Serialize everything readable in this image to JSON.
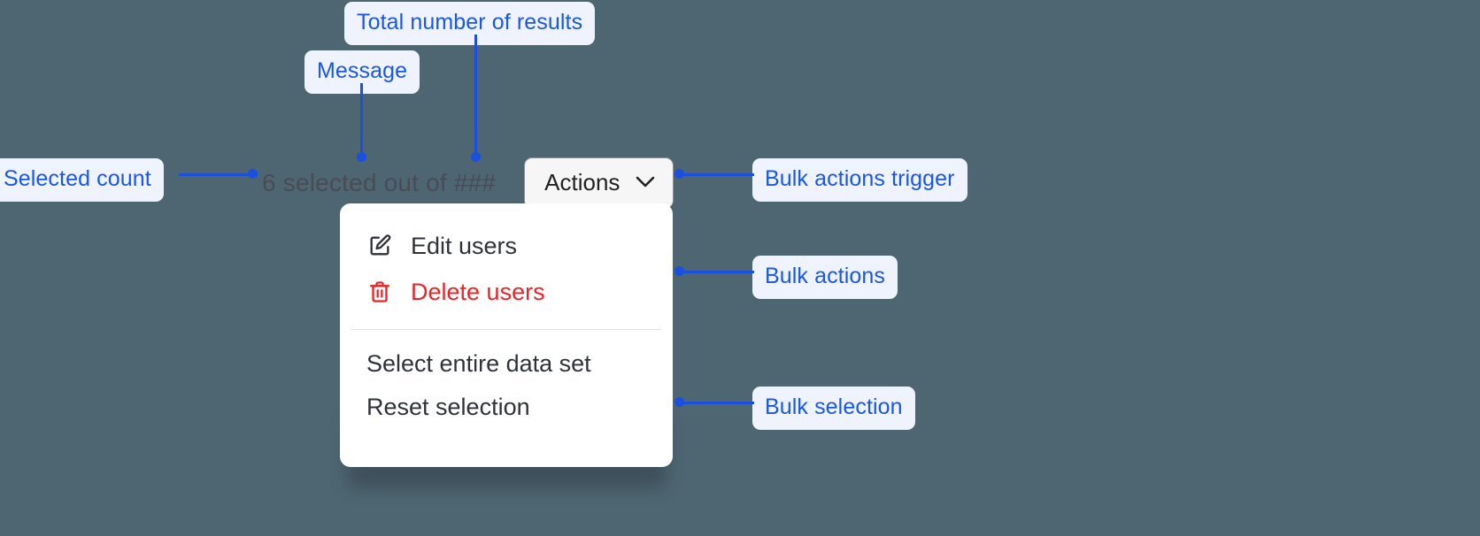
{
  "canvas": {
    "background_color": "#4d6671",
    "annotation_color": "#1a4fe0",
    "annotation_pill_bg": "#eef3fd"
  },
  "bulk_bar": {
    "selected_message": "6 selected out of ###",
    "selected_count": "6",
    "total_results_placeholder": "###",
    "actions_trigger_label": "Actions",
    "caret_icon": "chevron-down-icon"
  },
  "menu": {
    "actions": [
      {
        "label": "Edit users",
        "icon": "edit-pencil-icon",
        "destructive": false
      },
      {
        "label": "Delete users",
        "icon": "trash-icon",
        "destructive": true
      }
    ],
    "selection": [
      {
        "label": "Select entire data set",
        "icon": null,
        "destructive": false
      },
      {
        "label": "Reset selection",
        "icon": null,
        "destructive": false
      }
    ],
    "destructive_color": "#ec2326",
    "default_color": "#2f3339"
  },
  "annotations": [
    {
      "id": "total-results",
      "label": "Total number of results"
    },
    {
      "id": "message",
      "label": "Message"
    },
    {
      "id": "selected-count",
      "label": "Selected count"
    },
    {
      "id": "bulk-actions-trigger",
      "label": "Bulk actions trigger"
    },
    {
      "id": "bulk-actions",
      "label": "Bulk actions"
    },
    {
      "id": "bulk-selection",
      "label": "Bulk selection"
    }
  ]
}
